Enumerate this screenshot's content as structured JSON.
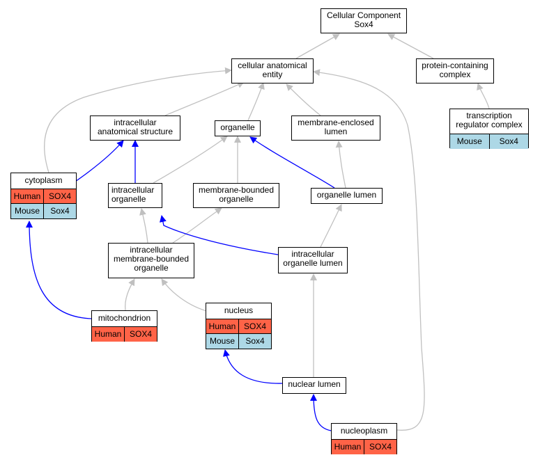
{
  "nodes": {
    "root": {
      "label": "Cellular Component\nSox4"
    },
    "cae": {
      "label": "cellular anatomical\nentity"
    },
    "pcc": {
      "label": "protein-containing\ncomplex"
    },
    "trc": {
      "label": "transcription\nregulator complex"
    },
    "ias": {
      "label": "intracellular\nanatomical structure"
    },
    "org": {
      "label": "organelle"
    },
    "mel": {
      "label": "membrane-enclosed\nlumen"
    },
    "cyt": {
      "label": "cytoplasm"
    },
    "io": {
      "label": "intracellular\norganelle"
    },
    "mbo": {
      "label": "membrane-bounded\norganelle"
    },
    "ol": {
      "label": "organelle lumen"
    },
    "imbo": {
      "label": "intracellular\nmembrane-bounded\norganelle"
    },
    "iol": {
      "label": "intracellular\norganelle lumen"
    },
    "mito": {
      "label": "mitochondrion"
    },
    "nuc": {
      "label": "nucleus"
    },
    "nl": {
      "label": "nuclear lumen"
    },
    "np": {
      "label": "nucleoplasm"
    }
  },
  "annotations": {
    "trc": [
      {
        "species": "Mouse",
        "gene": "Sox4"
      }
    ],
    "cyt": [
      {
        "species": "Human",
        "gene": "SOX4"
      },
      {
        "species": "Mouse",
        "gene": "Sox4"
      }
    ],
    "mito": [
      {
        "species": "Human",
        "gene": "SOX4"
      }
    ],
    "nuc": [
      {
        "species": "Human",
        "gene": "SOX4"
      },
      {
        "species": "Mouse",
        "gene": "Sox4"
      }
    ],
    "np": [
      {
        "species": "Human",
        "gene": "SOX4"
      }
    ]
  },
  "colors": {
    "is_a": "#c0c0c0",
    "part_of": "#0000ff",
    "human": "#ff6347",
    "mouse": "#add8e6"
  }
}
